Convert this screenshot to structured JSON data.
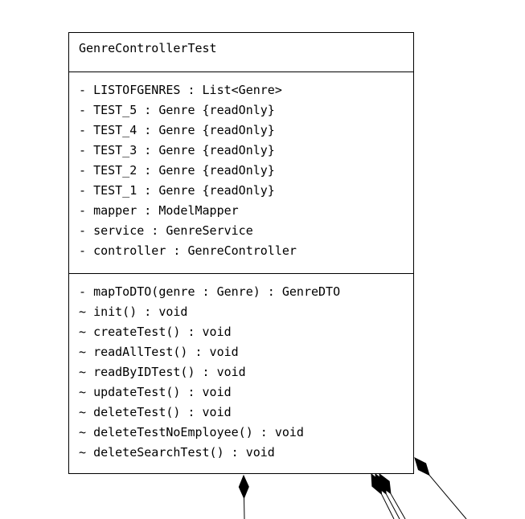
{
  "class": {
    "name": "GenreControllerTest",
    "attributes": [
      {
        "visibility": "-",
        "text": "LISTOFGENRES : List<Genre>"
      },
      {
        "visibility": "-",
        "text": "TEST_5 : Genre {readOnly}"
      },
      {
        "visibility": "-",
        "text": "TEST_4 : Genre {readOnly}"
      },
      {
        "visibility": "-",
        "text": "TEST_3 : Genre {readOnly}"
      },
      {
        "visibility": "-",
        "text": "TEST_2 : Genre {readOnly}"
      },
      {
        "visibility": "-",
        "text": "TEST_1 : Genre {readOnly}"
      },
      {
        "visibility": "-",
        "text": "mapper : ModelMapper"
      },
      {
        "visibility": "-",
        "text": "service : GenreService"
      },
      {
        "visibility": "-",
        "text": "controller : GenreController"
      }
    ],
    "operations": [
      {
        "visibility": "-",
        "text": "mapToDTO(genre : Genre) : GenreDTO"
      },
      {
        "visibility": "~",
        "text": "init() : void"
      },
      {
        "visibility": "~",
        "text": "createTest() : void"
      },
      {
        "visibility": "~",
        "text": "readAllTest() : void"
      },
      {
        "visibility": "~",
        "text": "readByIDTest() : void"
      },
      {
        "visibility": "~",
        "text": "updateTest() : void"
      },
      {
        "visibility": "~",
        "text": "deleteTest() : void"
      },
      {
        "visibility": "~",
        "text": "deleteTestNoEmployee() : void"
      },
      {
        "visibility": "~",
        "text": "deleteSearchTest() : void"
      }
    ]
  },
  "connectors": [
    {
      "kind": "composition"
    },
    {
      "kind": "composition"
    },
    {
      "kind": "composition"
    },
    {
      "kind": "composition"
    },
    {
      "kind": "composition"
    }
  ],
  "colors": {
    "line": "#000000",
    "background": "#ffffff"
  }
}
